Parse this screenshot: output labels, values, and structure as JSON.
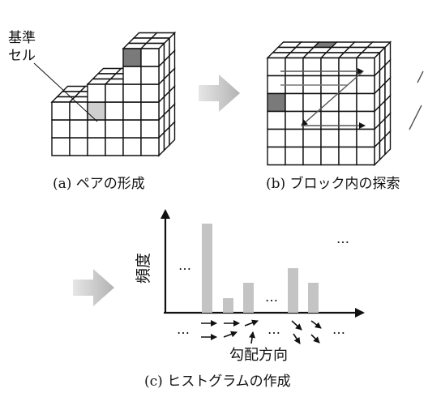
{
  "panel_a": {
    "label": "基準",
    "label2": "セル",
    "caption": "(a)  ペアの形成"
  },
  "panel_b": {
    "caption": "(b)  ブロック内の探索"
  },
  "panel_c": {
    "ylabel": "頻度",
    "xlabel": "勾配方向",
    "caption": "(c)  ヒストグラムの作成",
    "ellipsis": "…"
  },
  "colors": {
    "line": "#111111",
    "dark_cell": "#7a7a7a",
    "light_cell": "#cfcfcf",
    "bar": "#c4c4c4",
    "flow_arrow": "#bdbdbd"
  }
}
